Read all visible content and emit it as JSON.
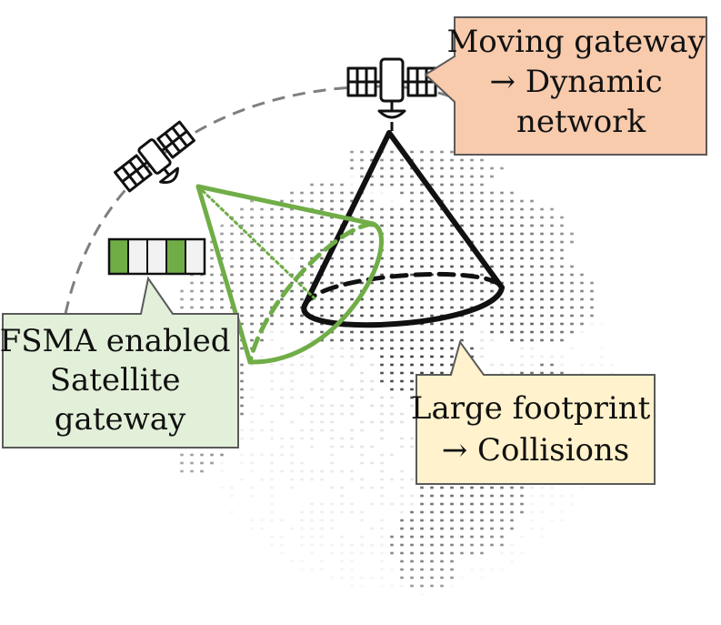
{
  "callouts": {
    "moving": {
      "lines": [
        "Moving gateway",
        "→ Dynamic",
        "network"
      ],
      "fill": "#f8cbad",
      "stroke": "#5a5a5a"
    },
    "footprint": {
      "lines": [
        "Large footprint",
        "→ Collisions"
      ],
      "fill": "#fff2cc",
      "stroke": "#5a5a5a"
    },
    "fsma": {
      "lines": [
        "FSMA enabled",
        "Satellite",
        "gateway"
      ],
      "fill": "#e2f0d9",
      "stroke": "#5a5a5a"
    }
  },
  "colors": {
    "green_beam": "#70ad47",
    "black_beam": "#111111",
    "orbit": "#7f7f7f",
    "dots": "#2b2b2b"
  },
  "frame_slots": [
    "green",
    "white",
    "white",
    "green",
    "white"
  ]
}
